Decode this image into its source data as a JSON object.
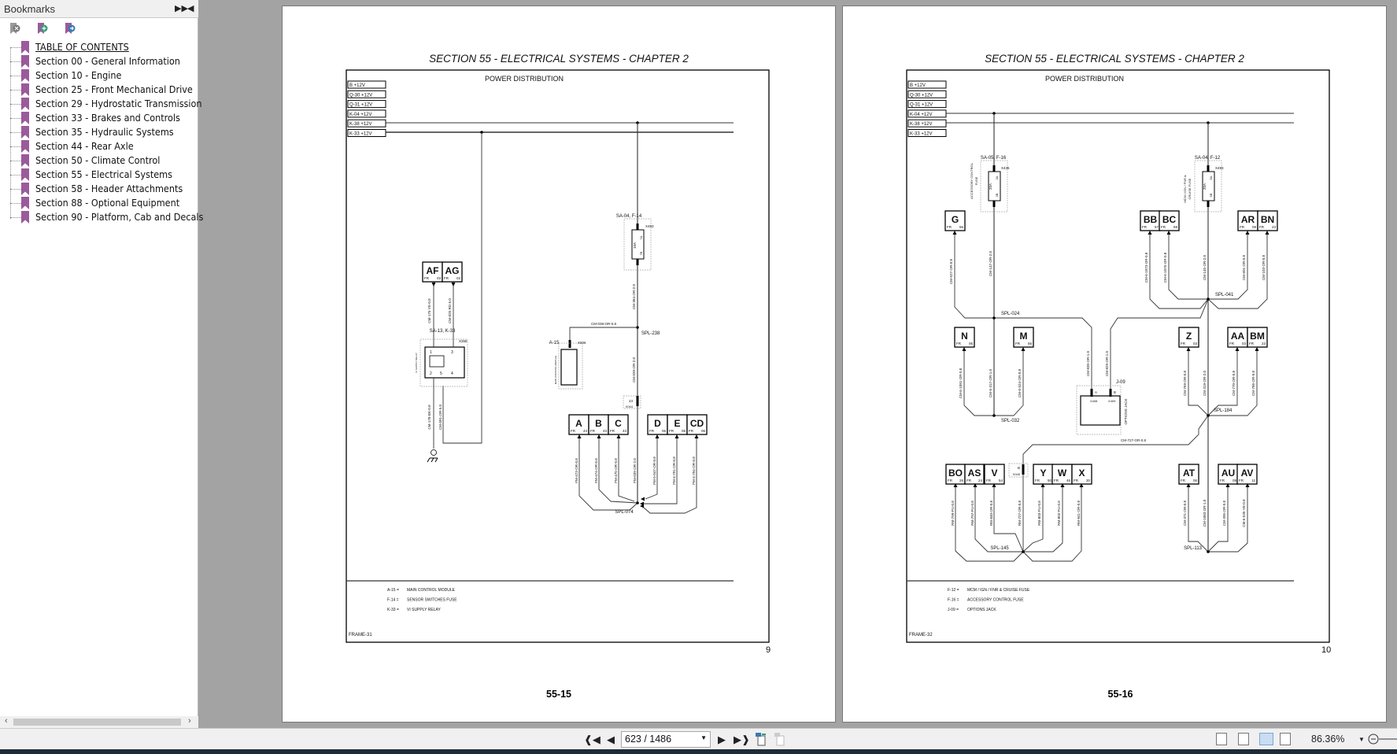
{
  "bookmarks": {
    "title": "Bookmarks",
    "items": [
      "TABLE OF CONTENTS",
      "Section 00 - General Information",
      "Section 10 - Engine",
      "Section 25 - Front Mechanical Drive",
      "Section 29 - Hydrostatic Transmission",
      "Section 33 - Brakes and Controls",
      "Section 35 - Hydraulic Systems",
      "Section 44 - Rear Axle",
      "Section 50 - Climate Control",
      "Section 55 - Electrical Systems",
      "Section 58 - Header Attachments",
      "Section 88 - Optional Equipment",
      "Section 90 - Platform, Cab and Decals"
    ],
    "icons": [
      "delete-bookmark-icon",
      "add-bookmark-icon",
      "go-to-bookmark-icon"
    ],
    "accent": "#9b5a9b"
  },
  "toolbar": {
    "page": "623 / 1486",
    "zoom": "86.36%"
  },
  "fr": "FR",
  "p1": {
    "header": "SECTION 55 - ELECTRICAL SYSTEMS - CHAPTER 2",
    "title": "POWER DISTRIBUTION",
    "bus_labels": [
      "B +12V",
      "Q-30 +12V",
      "Q-31 +12V",
      "K-04 +12V",
      "K-38 +12V",
      "K-33 +12V"
    ],
    "connectors": [
      {
        "id": "AF",
        "fr": "03"
      },
      {
        "id": "AG",
        "fr": "02"
      },
      {
        "id": "A",
        "fr": "43"
      },
      {
        "id": "B",
        "fr": "43"
      },
      {
        "id": "C",
        "fr": "43"
      },
      {
        "id": "D",
        "fr": "06"
      },
      {
        "id": "E",
        "fr": "06"
      },
      {
        "id": "CD",
        "fr": "06"
      }
    ],
    "wires": [
      "CM-175-YE-0.8",
      "CM-025-RD-5.0",
      "CM-178-BK-0.8",
      "CM-091-OR-5.0",
      "CM-384-OR-2.0",
      "CM-038-OR-0.8",
      "CM-039-OR-2.0",
      "FM-473-OR-0.8",
      "FM-474-OR-0.8",
      "FM-475-OR-0.8",
      "FM-039-OR-2.0",
      "FM-5-047-OR-0.8",
      "FM-4-791-OR-0.8",
      "FM-4-794-OR-0.8"
    ],
    "splices": [
      "SPL-238",
      "SPL-074"
    ],
    "parts": [
      "SA-04, F-14",
      "X493",
      "10A",
      "7A",
      "7B",
      "A-15",
      "X006",
      "MAIN CONTROL MODULE",
      "23",
      "X044",
      "SA-13, K-33",
      "X358",
      "VI SUPPLY RELAY",
      "1",
      "3",
      "2",
      "5",
      "4"
    ],
    "legend": [
      {
        "code": "A-15 =",
        "desc": "MAIN CONTROL MODULE"
      },
      {
        "code": "F-14 =",
        "desc": "SENSOR SWITCHES FUSE"
      },
      {
        "code": "K-33 =",
        "desc": "VI SUPPLY RELAY"
      }
    ],
    "frame": "FRAME-31",
    "page_number": "9",
    "page_label": "55-15"
  },
  "p2": {
    "header": "SECTION 55 - ELECTRICAL SYSTEMS - CHAPTER 2",
    "title": "POWER DISTRIBUTION",
    "bus_labels": [
      "B +12V",
      "Q-30 +12V",
      "Q-31 +12V",
      "K-04 +12V",
      "K-38 +12V",
      "K-33 +12V"
    ],
    "connectors": [
      {
        "id": "G",
        "fr": "56"
      },
      {
        "id": "BB",
        "fr": "57"
      },
      {
        "id": "BC",
        "fr": "59"
      },
      {
        "id": "AR",
        "fr": "09"
      },
      {
        "id": "BN",
        "fr": "23"
      },
      {
        "id": "N",
        "fr": "06"
      },
      {
        "id": "M",
        "fr": "56"
      },
      {
        "id": "Z",
        "fr": "03"
      },
      {
        "id": "AA",
        "fr": "03"
      },
      {
        "id": "BM",
        "fr": "23"
      },
      {
        "id": "BO",
        "fr": "26"
      },
      {
        "id": "AS",
        "fr": "24"
      },
      {
        "id": "V",
        "fr": "54"
      },
      {
        "id": "Y",
        "fr": "50"
      },
      {
        "id": "W",
        "fr": "46"
      },
      {
        "id": "X",
        "fr": "30"
      },
      {
        "id": "AT",
        "fr": "06"
      },
      {
        "id": "AU",
        "fr": "09"
      },
      {
        "id": "AV",
        "fr": "11"
      }
    ],
    "wires": [
      "CM-527-OR-0.8",
      "CM-147-OR-2.0",
      "CM-6-1073-OR-0.8",
      "CM-6-1075-OR-0.8",
      "CM-145-OR-2.0",
      "CM-601-OR-0.8",
      "CM-103-OR-0.8",
      "CM-6-1091-OR-0.8",
      "CM-6-317-OR-1.0",
      "CM-6-524-OR-0.8",
      "CM-830-OR-1.0",
      "CM-829-OR-1.0",
      "CM-769-OR-0.8",
      "CM-319-OR-2.0",
      "CM-770-OR-0.8",
      "CM-786-OR-0.8",
      "CM-727-OR-0.8",
      "RM-799-PU-0.8",
      "RM-797-PU-0.8",
      "RM-840-OR-0.8",
      "RM-727-OR-0.8",
      "RM-803-PU-0.8",
      "RM-802-PU-0.8",
      "RM-841-OR-0.8",
      "CM-371-OR-0.8",
      "CM-1083-OR-1.0",
      "CM-395-OR-0.8",
      "CM-6-535-YE-0.8"
    ],
    "splices": [
      "SPL-024",
      "SPL-032",
      "SPL-041",
      "SPL-184",
      "SPL-145",
      "SPL-113"
    ],
    "parts": [
      "SA-05, F-16",
      "X436",
      "20A",
      "2A",
      "2B",
      "ACCESSORY CONTROL",
      "FUSE",
      "SA-04, F-12",
      "X493",
      "20A",
      "5A",
      "5B",
      "MCM / IGN / FNR &",
      "CRUISE FUSE",
      "J-09",
      "A",
      "B",
      "X408",
      "X409",
      "OPTIONS JACK",
      "B",
      "X045"
    ],
    "legend": [
      {
        "code": "F-12 =",
        "desc": "MCM / IGN / FNR & CRUISE FUSE"
      },
      {
        "code": "F-16 =",
        "desc": "ACCESSORY CONTROL FUSE"
      },
      {
        "code": "J-09 =",
        "desc": "OPTIONS JACK"
      }
    ],
    "frame": "FRAME-32",
    "page_number": "10",
    "page_label": "55-16"
  }
}
